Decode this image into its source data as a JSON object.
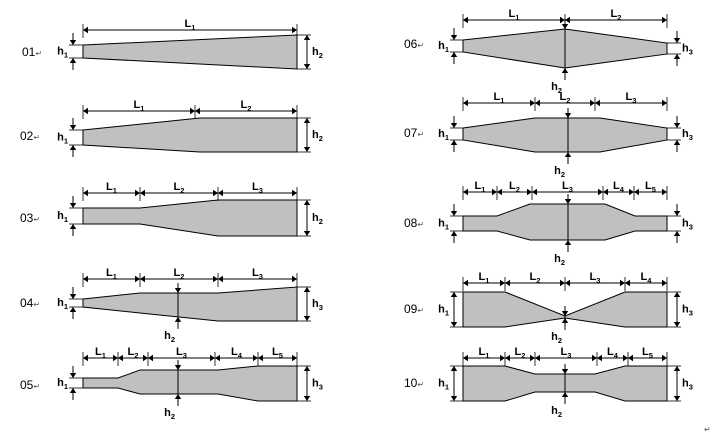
{
  "diagrams": [
    {
      "id": "01",
      "dims": [
        {
          "t": "L",
          "s": "1"
        }
      ],
      "left": {
        "t": "h",
        "s": "1"
      },
      "right": {
        "t": "h",
        "s": "2"
      },
      "bottom": null
    },
    {
      "id": "02",
      "dims": [
        {
          "t": "L",
          "s": "1"
        },
        {
          "t": "L",
          "s": "2"
        }
      ],
      "left": {
        "t": "h",
        "s": "1"
      },
      "right": {
        "t": "h",
        "s": "2"
      },
      "bottom": null
    },
    {
      "id": "03",
      "dims": [
        {
          "t": "L",
          "s": "1"
        },
        {
          "t": "L",
          "s": "2"
        },
        {
          "t": "L",
          "s": "3"
        }
      ],
      "left": {
        "t": "h",
        "s": "1"
      },
      "right": {
        "t": "h",
        "s": "2"
      },
      "bottom": null
    },
    {
      "id": "04",
      "dims": [
        {
          "t": "L",
          "s": "1"
        },
        {
          "t": "L",
          "s": "2"
        },
        {
          "t": "L",
          "s": "3"
        }
      ],
      "left": {
        "t": "h",
        "s": "1"
      },
      "right": {
        "t": "h",
        "s": "3"
      },
      "bottom": {
        "t": "h",
        "s": "2"
      }
    },
    {
      "id": "05",
      "dims": [
        {
          "t": "L",
          "s": "1"
        },
        {
          "t": "L",
          "s": "2"
        },
        {
          "t": "L",
          "s": "3"
        },
        {
          "t": "L",
          "s": "4"
        },
        {
          "t": "L",
          "s": "5"
        }
      ],
      "left": {
        "t": "h",
        "s": "1"
      },
      "right": {
        "t": "h",
        "s": "3"
      },
      "bottom": {
        "t": "h",
        "s": "2"
      }
    },
    {
      "id": "06",
      "dims": [
        {
          "t": "L",
          "s": "1"
        },
        {
          "t": "L",
          "s": "2"
        }
      ],
      "left": {
        "t": "h",
        "s": "1"
      },
      "right": {
        "t": "h",
        "s": "3"
      },
      "bottom": {
        "t": "h",
        "s": "2"
      }
    },
    {
      "id": "07",
      "dims": [
        {
          "t": "L",
          "s": "1"
        },
        {
          "t": "L",
          "s": "2"
        },
        {
          "t": "L",
          "s": "3"
        }
      ],
      "left": {
        "t": "h",
        "s": "1"
      },
      "right": {
        "t": "h",
        "s": "3"
      },
      "bottom": {
        "t": "h",
        "s": "2"
      }
    },
    {
      "id": "08",
      "dims": [
        {
          "t": "L",
          "s": "1"
        },
        {
          "t": "L",
          "s": "2"
        },
        {
          "t": "L",
          "s": "3"
        },
        {
          "t": "L",
          "s": "4"
        },
        {
          "t": "L",
          "s": "5"
        }
      ],
      "left": {
        "t": "h",
        "s": "1"
      },
      "right": {
        "t": "h",
        "s": "3"
      },
      "bottom": {
        "t": "h",
        "s": "2"
      }
    },
    {
      "id": "09",
      "dims": [
        {
          "t": "L",
          "s": "1"
        },
        {
          "t": "L",
          "s": "2"
        },
        {
          "t": "L",
          "s": "3"
        },
        {
          "t": "L",
          "s": "4"
        }
      ],
      "left": {
        "t": "h",
        "s": "1"
      },
      "right": {
        "t": "h",
        "s": "3"
      },
      "bottom": {
        "t": "h",
        "s": "2"
      }
    },
    {
      "id": "10",
      "dims": [
        {
          "t": "L",
          "s": "1"
        },
        {
          "t": "L",
          "s": "2"
        },
        {
          "t": "L",
          "s": "3"
        },
        {
          "t": "L",
          "s": "4"
        },
        {
          "t": "L",
          "s": "5"
        }
      ],
      "left": {
        "t": "h",
        "s": "1"
      },
      "right": {
        "t": "h",
        "s": "3"
      },
      "bottom": {
        "t": "h",
        "s": "2"
      }
    }
  ],
  "return_mark": "↵",
  "colors": {
    "fill": "#c0c0c0",
    "stroke": "#000000"
  }
}
